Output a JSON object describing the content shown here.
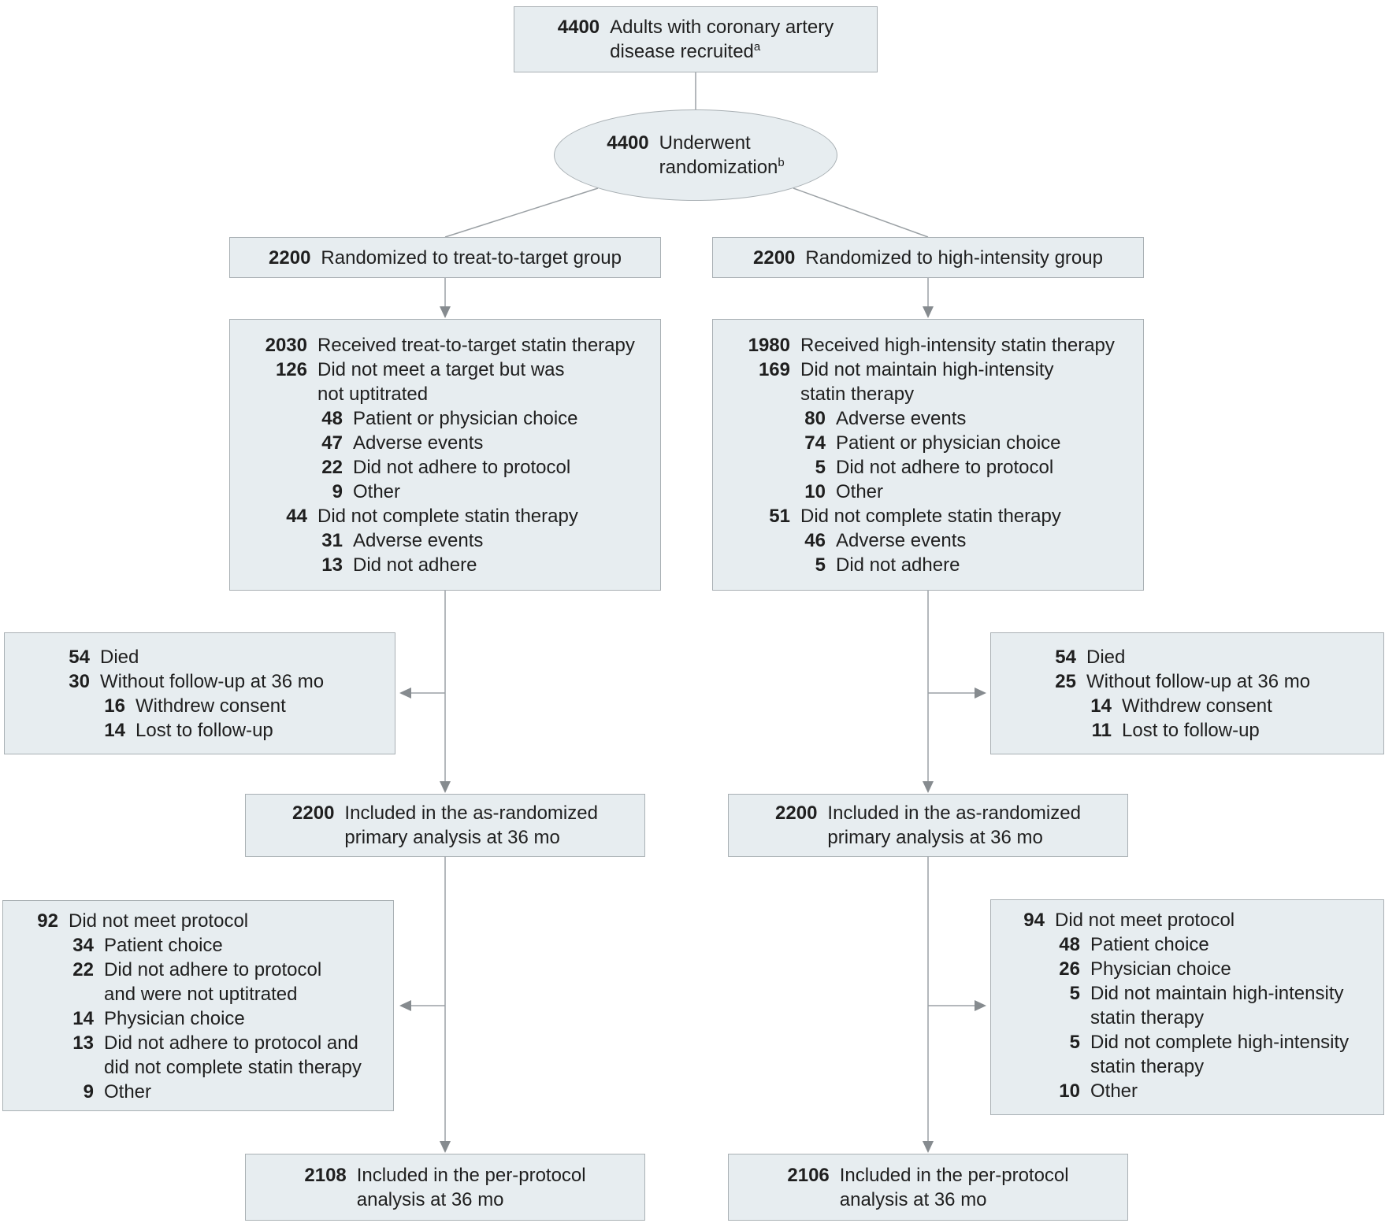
{
  "figure_type": "randomization-flow-diagram",
  "colors": {
    "node_fill": "#e7edf0",
    "node_border": "#a9b0b4",
    "connector": "#9ba1a5",
    "arrowhead": "#868b8f",
    "text": "#1f1f1f"
  },
  "boxes": {
    "recruited": {
      "num": "4400",
      "lines": [
        "Adults with coronary artery",
        "disease recruited"
      ],
      "sup": "a"
    },
    "randomization": {
      "num": "4400",
      "lines": [
        "Underwent",
        "randomization"
      ],
      "sup": "b"
    },
    "branch_left": {
      "num": "2200",
      "lines": [
        "Randomized to treat-to-target group"
      ]
    },
    "branch_right": {
      "num": "2200",
      "lines": [
        "Randomized to high-intensity group"
      ]
    },
    "detail_left": {
      "rows": [
        {
          "num": "2030",
          "indent": 0,
          "lines": [
            "Received treat-to-target statin therapy"
          ]
        },
        {
          "num": "126",
          "indent": 0,
          "lines": [
            "Did not meet a target but was",
            "not uptitrated"
          ]
        },
        {
          "num": "48",
          "indent": 1,
          "lines": [
            "Patient or physician choice"
          ]
        },
        {
          "num": "47",
          "indent": 1,
          "lines": [
            "Adverse events"
          ]
        },
        {
          "num": "22",
          "indent": 1,
          "lines": [
            "Did not adhere to protocol"
          ]
        },
        {
          "num": "9",
          "indent": 1,
          "lines": [
            "Other"
          ]
        },
        {
          "num": "44",
          "indent": 0,
          "lines": [
            "Did not complete statin therapy"
          ]
        },
        {
          "num": "31",
          "indent": 1,
          "lines": [
            "Adverse events"
          ]
        },
        {
          "num": "13",
          "indent": 1,
          "lines": [
            "Did not adhere"
          ]
        }
      ]
    },
    "detail_right": {
      "rows": [
        {
          "num": "1980",
          "indent": 0,
          "lines": [
            "Received high-intensity statin therapy"
          ]
        },
        {
          "num": "169",
          "indent": 0,
          "lines": [
            "Did not maintain high-intensity",
            "statin therapy"
          ]
        },
        {
          "num": "80",
          "indent": 1,
          "lines": [
            "Adverse events"
          ]
        },
        {
          "num": "74",
          "indent": 1,
          "lines": [
            "Patient or physician choice"
          ]
        },
        {
          "num": "5",
          "indent": 1,
          "lines": [
            "Did not adhere to protocol"
          ]
        },
        {
          "num": "10",
          "indent": 1,
          "lines": [
            "Other"
          ]
        },
        {
          "num": "51",
          "indent": 0,
          "lines": [
            "Did not complete statin therapy"
          ]
        },
        {
          "num": "46",
          "indent": 1,
          "lines": [
            "Adverse events"
          ]
        },
        {
          "num": "5",
          "indent": 1,
          "lines": [
            "Did not adhere"
          ]
        }
      ]
    },
    "side_left_1": {
      "rows": [
        {
          "num": "54",
          "indent": 0,
          "lines": [
            "Died"
          ]
        },
        {
          "num": "30",
          "indent": 0,
          "lines": [
            "Without follow-up at 36 mo"
          ]
        },
        {
          "num": "16",
          "indent": 1,
          "lines": [
            "Withdrew consent"
          ]
        },
        {
          "num": "14",
          "indent": 1,
          "lines": [
            "Lost to follow-up"
          ]
        }
      ]
    },
    "side_right_1": {
      "rows": [
        {
          "num": "54",
          "indent": 0,
          "lines": [
            "Died"
          ]
        },
        {
          "num": "25",
          "indent": 0,
          "lines": [
            "Without follow-up at 36 mo"
          ]
        },
        {
          "num": "14",
          "indent": 1,
          "lines": [
            "Withdrew consent"
          ]
        },
        {
          "num": "11",
          "indent": 1,
          "lines": [
            "Lost to follow-up"
          ]
        }
      ]
    },
    "asrand_left": {
      "num": "2200",
      "lines": [
        "Included in the as-randomized",
        "primary analysis at 36 mo"
      ]
    },
    "asrand_right": {
      "num": "2200",
      "lines": [
        "Included in the as-randomized",
        "primary analysis at 36 mo"
      ]
    },
    "side_left_2": {
      "rows": [
        {
          "num": "92",
          "indent": 0,
          "lines": [
            "Did not meet protocol"
          ]
        },
        {
          "num": "34",
          "indent": 1,
          "lines": [
            "Patient choice"
          ]
        },
        {
          "num": "22",
          "indent": 1,
          "lines": [
            "Did not adhere to protocol",
            "and were not uptitrated"
          ]
        },
        {
          "num": "14",
          "indent": 1,
          "lines": [
            "Physician choice"
          ]
        },
        {
          "num": "13",
          "indent": 1,
          "lines": [
            "Did not adhere to protocol and",
            "did not complete statin therapy"
          ]
        },
        {
          "num": "9",
          "indent": 1,
          "lines": [
            "Other"
          ]
        }
      ]
    },
    "side_right_2": {
      "rows": [
        {
          "num": "94",
          "indent": 0,
          "lines": [
            "Did not meet protocol"
          ]
        },
        {
          "num": "48",
          "indent": 1,
          "lines": [
            "Patient choice"
          ]
        },
        {
          "num": "26",
          "indent": 1,
          "lines": [
            "Physician choice"
          ]
        },
        {
          "num": "5",
          "indent": 1,
          "lines": [
            "Did not maintain high-intensity",
            "statin therapy"
          ]
        },
        {
          "num": "5",
          "indent": 1,
          "lines": [
            "Did not complete high-intensity",
            "statin therapy"
          ]
        },
        {
          "num": "10",
          "indent": 1,
          "lines": [
            "Other"
          ]
        }
      ]
    },
    "pp_left": {
      "num": "2108",
      "lines": [
        "Included in the per-protocol",
        "analysis at 36 mo"
      ]
    },
    "pp_right": {
      "num": "2106",
      "lines": [
        "Included in the per-protocol",
        "analysis at 36 mo"
      ]
    }
  }
}
